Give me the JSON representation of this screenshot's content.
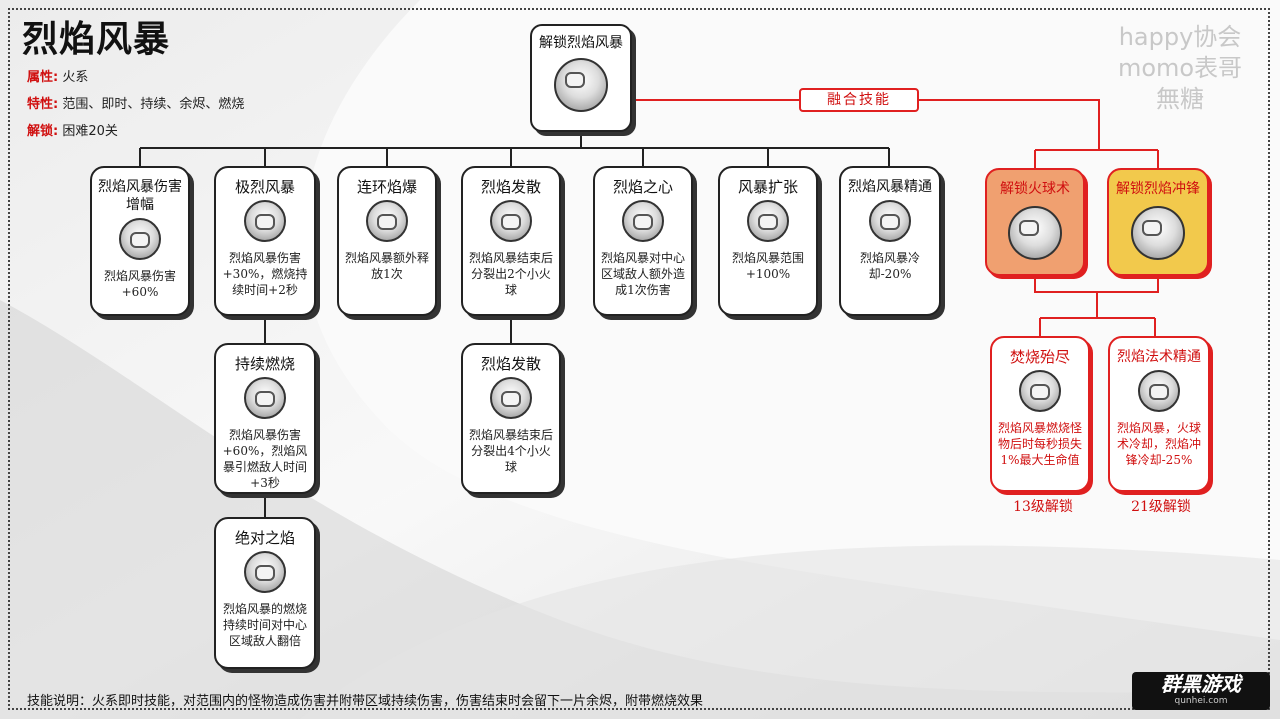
{
  "title": "烈焰风暴",
  "attributes": [
    {
      "key": "属性:",
      "value": "火系"
    },
    {
      "key": "特性:",
      "value": "范围、即时、持续、余烬、燃烧"
    },
    {
      "key": "解锁:",
      "value": "困难20关"
    }
  ],
  "watermark": [
    "happy协会",
    "momo表哥",
    "無糖"
  ],
  "root": {
    "title": "解锁烈焰风暴"
  },
  "fusion_label": "融合技能",
  "nodes": {
    "n1": {
      "title": "烈焰风暴伤害增幅",
      "desc": "烈焰风暴伤害+60%"
    },
    "n2": {
      "title": "极烈风暴",
      "desc": "烈焰风暴伤害+30%，燃烧持续时间+2秒"
    },
    "n3": {
      "title": "连环焰爆",
      "desc": "烈焰风暴额外释放1次"
    },
    "n4": {
      "title": "烈焰发散",
      "desc": "烈焰风暴结束后分裂出2个小火球"
    },
    "n5": {
      "title": "烈焰之心",
      "desc": "烈焰风暴对中心区域敌人额外造成1次伤害"
    },
    "n6": {
      "title": "风暴扩张",
      "desc": "烈焰风暴范围+100%"
    },
    "n7": {
      "title": "烈焰风暴精通",
      "desc": "烈焰风暴冷却-20%"
    },
    "n8": {
      "title": "持续燃烧",
      "desc": "烈焰风暴伤害+60%，烈焰风暴引燃敌人时间+3秒"
    },
    "n9": {
      "title": "绝对之焰",
      "desc": "烈焰风暴的燃烧持续时间对中心区域敌人翻倍"
    },
    "n10": {
      "title": "烈焰发散",
      "desc": "烈焰风暴结束后分裂出4个小火球"
    }
  },
  "fusion": {
    "f1": {
      "title": "解锁火球术"
    },
    "f2": {
      "title": "解锁烈焰冲锋"
    },
    "f3": {
      "title": "焚烧殆尽",
      "desc": "烈焰风暴燃烧怪物后时每秒损失1%最大生命值",
      "lock": "13级解锁"
    },
    "f4": {
      "title": "烈焰法术精通",
      "desc": "烈焰风暴，火球术冷却，烈焰冲锋冷却-25%",
      "lock": "21级解锁"
    }
  },
  "footer": "技能说明：火系即时技能，对范围内的怪物造成伤害并附带区域持续伤害，伤害结束时会留下一片余烬，附带燃烧效果",
  "logo": {
    "main": "群黑游戏",
    "sub": "qunhei.com"
  },
  "colors": {
    "accent_red": "#e02020",
    "fireball_bg": "#f0a070",
    "charge_bg": "#f2c94c"
  }
}
